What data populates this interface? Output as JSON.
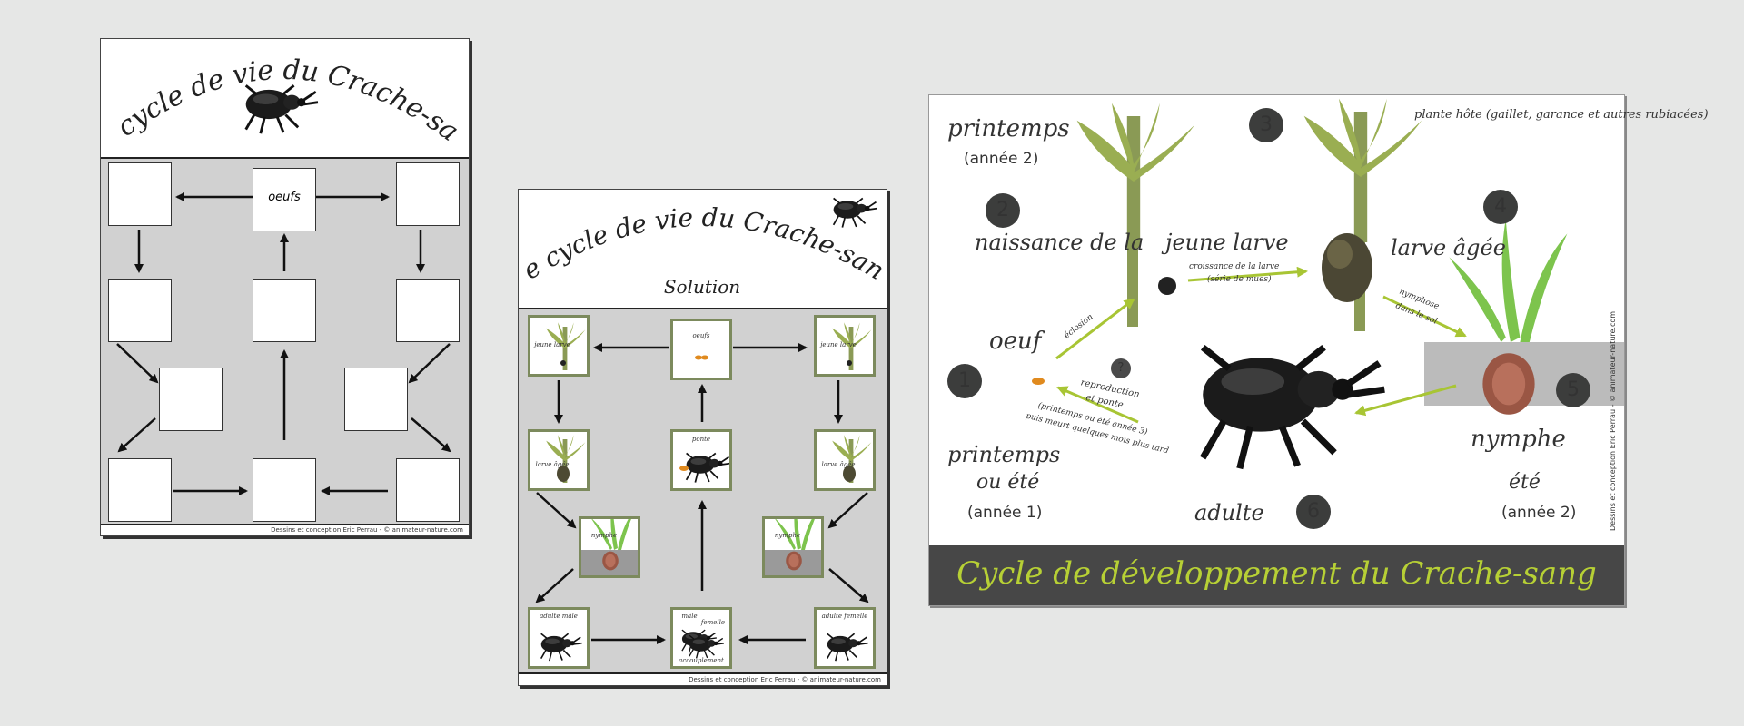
{
  "sheet_blank": {
    "title": "Le cycle de vie du Crache-sang",
    "center_label": "oeufs",
    "credit": "Dessins et conception Eric Perrau - © animateur-nature.com"
  },
  "sheet_solution": {
    "title": "Le cycle de vie du Crache-sang",
    "subtitle": "Solution",
    "credit": "Dessins et conception Eric Perrau - © animateur-nature.com",
    "cards": {
      "oeufs": "oeufs",
      "jeune_larve_left": "jeune larve",
      "jeune_larve_right": "jeune larve",
      "larve_agee_left": "larve âgée",
      "larve_agee_right": "larve âgée",
      "ponte": "ponte",
      "nymphe_left": "nymphe",
      "nymphe_right": "nymphe",
      "adulte_male": "adulte mâle",
      "adulte_femelle": "adulte femelle",
      "accouplement_male": "mâle",
      "accouplement_femelle": "femelle",
      "accouplement": "accouplement"
    }
  },
  "poster": {
    "title": "Cycle de développement du Crache-sang",
    "host_plant": "plante hôte (gaillet, garance et autres rubiacées)",
    "printemps_top": "printemps",
    "annee2_top": "(année 2)",
    "naissance": "naissance de la",
    "jeune_larve": "jeune larve",
    "larve_agee": "larve âgée",
    "croissance": "croissance de la larve",
    "croissance_sub": "(série de mues)",
    "nymphose": "nymphose",
    "nymphose_sub": "dans le sol",
    "oeuf": "oeuf",
    "eclosion": "éclosion",
    "reproduction": "reproduction",
    "reproduction_sub": "et ponte",
    "reproduction_note1": "(printemps ou été année 3)",
    "reproduction_note2": "puis meurt quelques mois plus tard",
    "printemps_bottom": "printemps",
    "ou_ete": "ou été",
    "annee1": "(année 1)",
    "adulte": "adulte",
    "nymphe": "nymphe",
    "ete": "été",
    "annee2_bottom": "(année 2)",
    "credit": "Dessins et conception Eric Perrau - © animateur-nature.com",
    "numbers": [
      "1",
      "2",
      "3",
      "4",
      "5",
      "6"
    ],
    "q_mark": "?"
  },
  "colors": {
    "accent_green": "#b7d035",
    "grid_gray": "#d1d1d1",
    "footer_gray": "#474747",
    "card_border": "#7c8a5d"
  },
  "icons": [
    "beetle-icon",
    "plant-icon",
    "larva-icon",
    "pupa-icon",
    "egg-icon"
  ]
}
